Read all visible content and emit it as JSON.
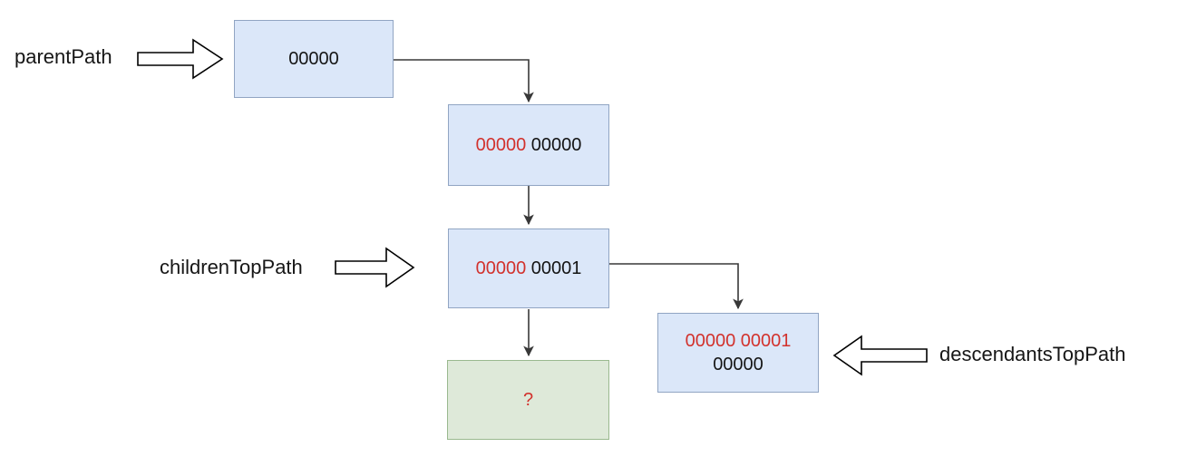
{
  "colors": {
    "blue_fill": "#dbe7f9",
    "blue_border": "#91a5c3",
    "green_fill": "#dee9d9",
    "green_border": "#9ab98f",
    "red_text": "#d2322d",
    "black_text": "#141414",
    "connector": "#383838"
  },
  "labels": {
    "parent_path": "parentPath",
    "children_top_path": "childrenTopPath",
    "descendants_top_path": "descendantsTopPath"
  },
  "nodes": {
    "parent": {
      "value": "00000"
    },
    "child_first": {
      "prefix": "00000",
      "suffix": "00000"
    },
    "children_top": {
      "prefix": "00000",
      "suffix": "00001"
    },
    "descendants_top": {
      "line1": "00000 00001",
      "line2": "00000"
    },
    "unknown": {
      "value": "?"
    }
  }
}
